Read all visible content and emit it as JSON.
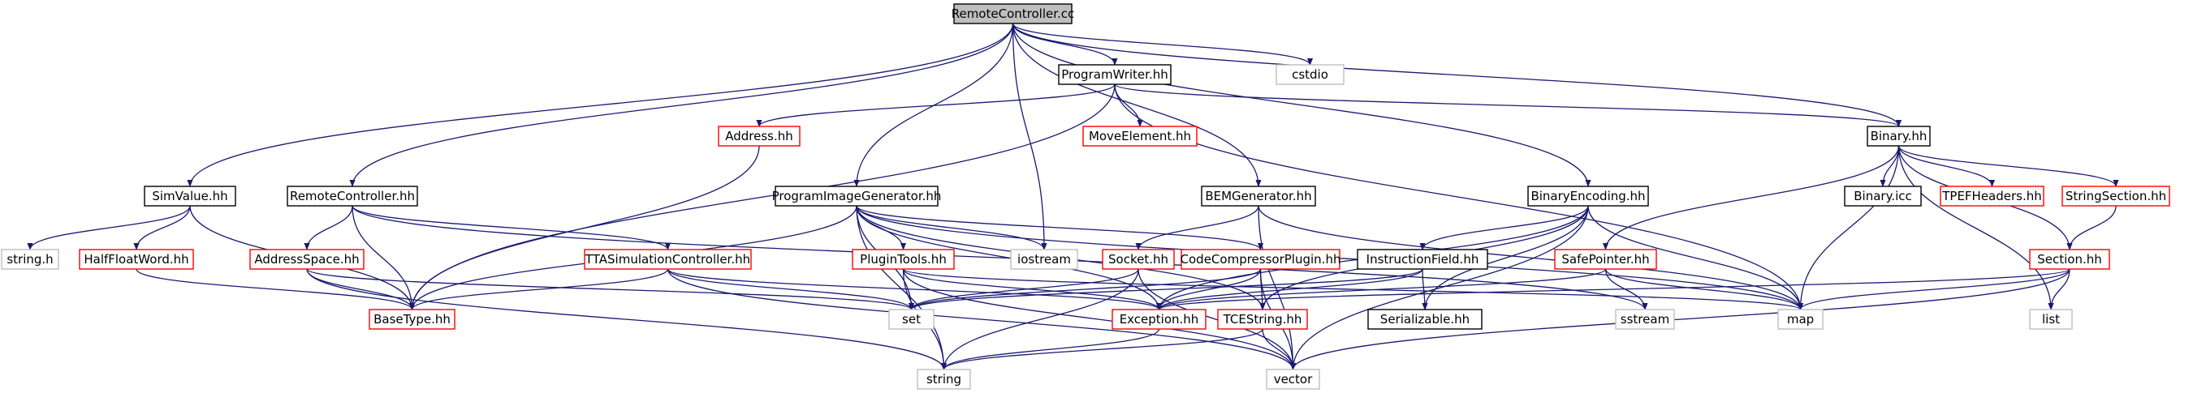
{
  "graph": {
    "colors": {
      "edge": "#191970",
      "root_fill": "#bfbfbf",
      "root_border": "#000000",
      "normal_border": "#000000",
      "truncated_border": "#ff0000",
      "external_border": "#bfbfbf",
      "text": "#000000",
      "external_text": "#000000"
    },
    "nodes": [
      {
        "id": "root",
        "label": "RemoteController.cc",
        "kind": "root"
      },
      {
        "id": "pw",
        "label": "ProgramWriter.hh",
        "kind": "normal"
      },
      {
        "id": "cstdio",
        "label": "cstdio",
        "kind": "external"
      },
      {
        "id": "address",
        "label": "Address.hh",
        "kind": "truncated"
      },
      {
        "id": "move",
        "label": "MoveElement.hh",
        "kind": "truncated"
      },
      {
        "id": "binary",
        "label": "Binary.hh",
        "kind": "normal"
      },
      {
        "id": "simvalue",
        "label": "SimValue.hh",
        "kind": "normal"
      },
      {
        "id": "rchh",
        "label": "RemoteController.hh",
        "kind": "normal"
      },
      {
        "id": "pig",
        "label": "ProgramImageGenerator.hh",
        "kind": "normal"
      },
      {
        "id": "bemgen",
        "label": "BEMGenerator.hh",
        "kind": "normal"
      },
      {
        "id": "binenc",
        "label": "BinaryEncoding.hh",
        "kind": "normal"
      },
      {
        "id": "binicc",
        "label": "Binary.icc",
        "kind": "normal"
      },
      {
        "id": "tpef",
        "label": "TPEFHeaders.hh",
        "kind": "truncated"
      },
      {
        "id": "strsec",
        "label": "StringSection.hh",
        "kind": "truncated"
      },
      {
        "id": "stringh",
        "label": "string.h",
        "kind": "external"
      },
      {
        "id": "hfw",
        "label": "HalfFloatWord.hh",
        "kind": "truncated"
      },
      {
        "id": "addrspace",
        "label": "AddressSpace.hh",
        "kind": "truncated"
      },
      {
        "id": "ttasim",
        "label": "TTASimulationController.hh",
        "kind": "truncated"
      },
      {
        "id": "plugin",
        "label": "PluginTools.hh",
        "kind": "truncated"
      },
      {
        "id": "iostream",
        "label": "iostream",
        "kind": "external"
      },
      {
        "id": "ccp",
        "label": "CodeCompressorPlugin.hh",
        "kind": "truncated"
      },
      {
        "id": "socket",
        "label": "Socket.hh",
        "kind": "truncated"
      },
      {
        "id": "instfield",
        "label": "InstructionField.hh",
        "kind": "normal"
      },
      {
        "id": "safeptr",
        "label": "SafePointer.hh",
        "kind": "truncated"
      },
      {
        "id": "section",
        "label": "Section.hh",
        "kind": "truncated"
      },
      {
        "id": "basetype",
        "label": "BaseType.hh",
        "kind": "truncated"
      },
      {
        "id": "set",
        "label": "set",
        "kind": "external"
      },
      {
        "id": "exception",
        "label": "Exception.hh",
        "kind": "truncated"
      },
      {
        "id": "tcestring",
        "label": "TCEString.hh",
        "kind": "truncated"
      },
      {
        "id": "serializable",
        "label": "Serializable.hh",
        "kind": "normal"
      },
      {
        "id": "sstream",
        "label": "sstream",
        "kind": "external"
      },
      {
        "id": "map",
        "label": "map",
        "kind": "external"
      },
      {
        "id": "list",
        "label": "list",
        "kind": "external"
      },
      {
        "id": "string",
        "label": "string",
        "kind": "external"
      },
      {
        "id": "vector",
        "label": "vector",
        "kind": "external"
      }
    ]
  }
}
